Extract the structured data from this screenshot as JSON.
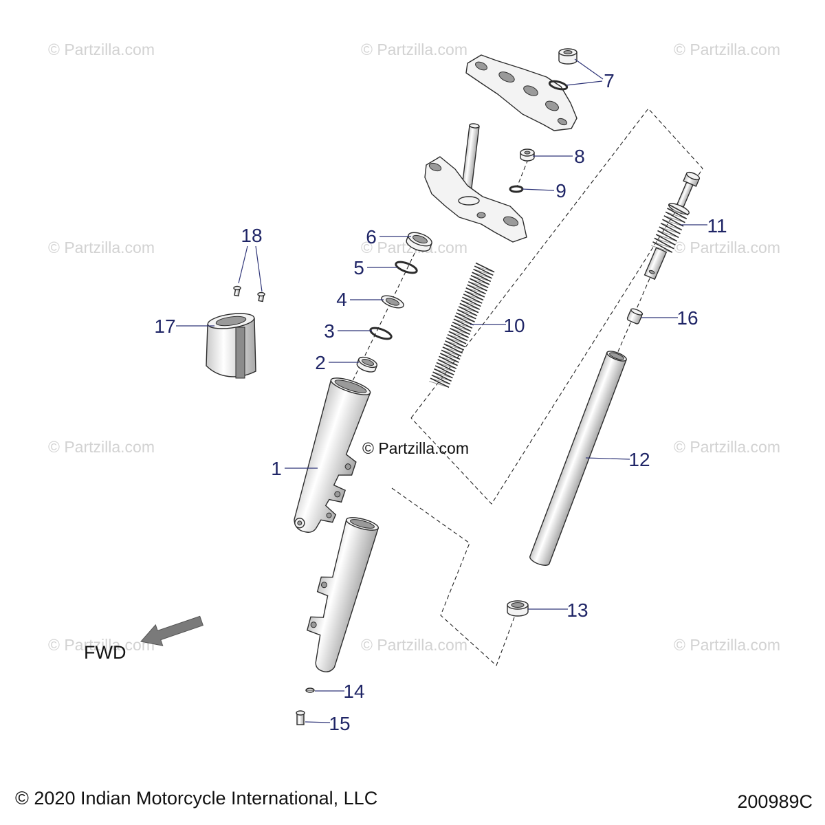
{
  "watermark": "© Partzilla.com",
  "center_watermark": "© Partzilla.com",
  "callouts": [
    "1",
    "2",
    "3",
    "4",
    "5",
    "6",
    "7",
    "8",
    "9",
    "10",
    "11",
    "12",
    "13",
    "14",
    "15",
    "16",
    "17",
    "18"
  ],
  "fwd_label": "FWD",
  "copyright": "© 2020 Indian Motorcycle International, LLC",
  "diagram_code": "200989C",
  "colors": {
    "callout_text": "#1f2566",
    "leader_line": "#2f3578",
    "watermark": "#d2d2d2",
    "fwd_arrow": "#7a7a7a"
  }
}
